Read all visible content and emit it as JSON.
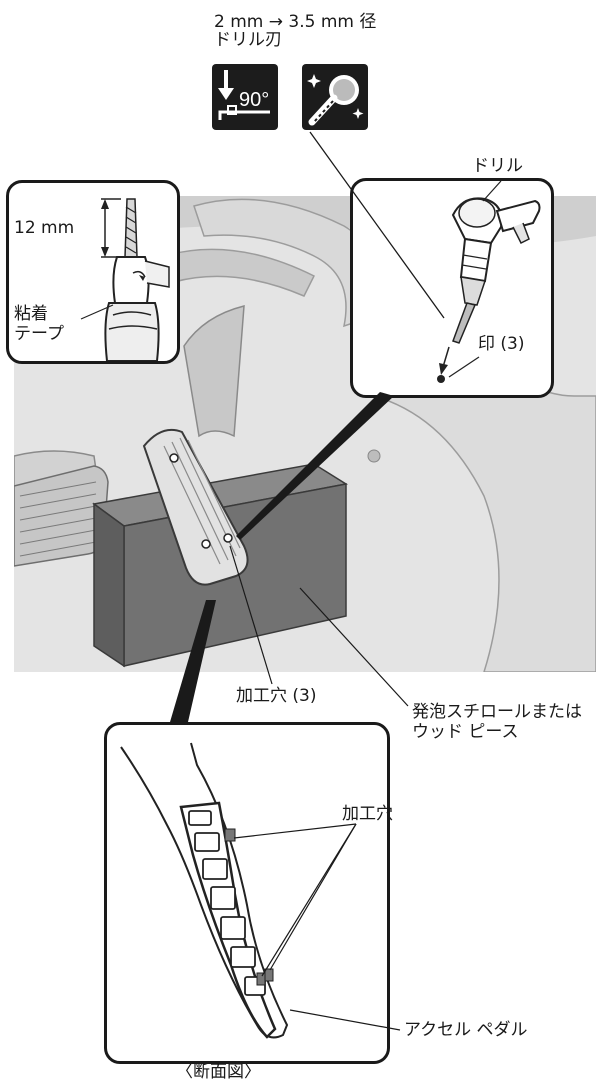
{
  "drill_bit": {
    "line1": "2 mm → 3.5 mm 径",
    "line2": "ドリル刃",
    "angle_icon_text": "90°",
    "icons": [
      "perpendicular-90-icon",
      "drill-bit-clean-icon"
    ]
  },
  "tape_inset": {
    "depth_label": "12 mm",
    "tape_label_1": "粘着",
    "tape_label_2": "テープ"
  },
  "drill_inset": {
    "drill_label": "ドリル",
    "mark_label": "印 (3)"
  },
  "main_scene": {
    "hole_label": "加工穴 (3)",
    "foam_label_1": "発泡スチロールまたは",
    "foam_label_2": "ウッド ピース"
  },
  "section_inset": {
    "hole_label": "加工穴",
    "pedal_label": "アクセル ペダル",
    "caption": "〈断面図〉"
  },
  "colors": {
    "line": "#1a1a1a",
    "scene_gray": "#d6d6d6",
    "block_gray": "#6e6e6e",
    "icon_bg": "#1c1c1c"
  }
}
